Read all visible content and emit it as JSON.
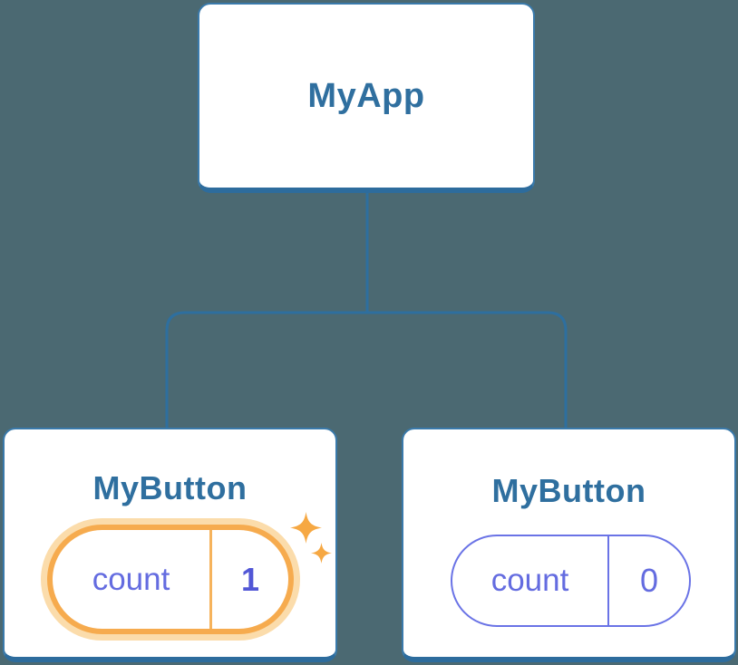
{
  "tree": {
    "root": {
      "label": "MyApp"
    },
    "children": [
      {
        "label": "MyButton",
        "state": {
          "key": "count",
          "value": "1"
        },
        "highlighted": true,
        "icon": "sparkles-icon"
      },
      {
        "label": "MyButton",
        "state": {
          "key": "count",
          "value": "0"
        },
        "highlighted": false
      }
    ]
  },
  "colors": {
    "background": "#4b6972",
    "card-bg": "#ffffff",
    "card-border": "#3a7aab",
    "card-border-bottom": "#2d6c9d",
    "connector": "#2e6f9f",
    "node-text": "#2f6f9f",
    "state-text": "#646ce0",
    "state-value-strong": "#5257d6",
    "state-border": "#6a73e6",
    "highlight-orange": "#f6ab4e",
    "highlight-divider": "#f6b35c",
    "highlight-glow": "#fbdcab",
    "sparkle": "#f6a843"
  }
}
